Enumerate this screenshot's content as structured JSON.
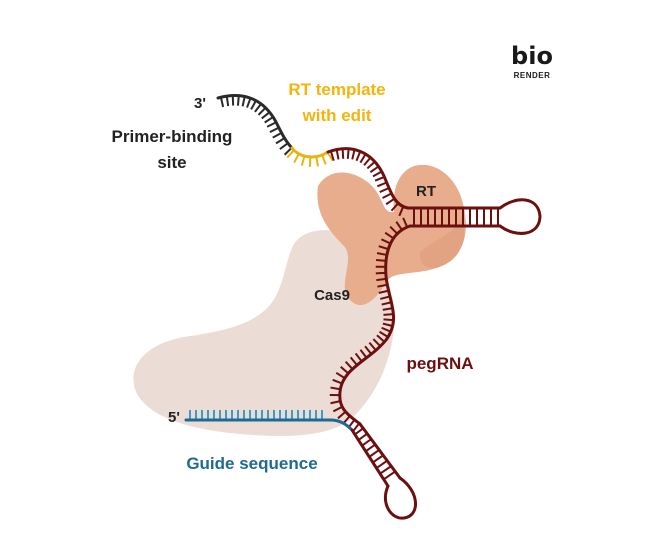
{
  "logo": {
    "main": "bio",
    "sub": "RENDER"
  },
  "labels": {
    "three_prime": "3'",
    "five_prime": "5'",
    "primer_binding_line1": "Primer-binding",
    "primer_binding_line2": "site",
    "rt_template_line1": "RT template",
    "rt_template_line2": "with edit",
    "rt": "RT",
    "cas9": "Cas9",
    "pegrna": "pegRNA",
    "guide_sequence": "Guide sequence"
  },
  "colors": {
    "pegrna": "#6b0f0f",
    "primer_binding": "#2a2a2a",
    "rt_template": "#e8b410",
    "guide": "#1f6a93",
    "guide_ticks": "#3a9ccc",
    "cas9": "#ecdcd6",
    "rt_enzyme": "#e8ad8c",
    "text_dark": "#222222",
    "text_yellow": "#f2b50c",
    "text_pegrna": "#6b0f0f",
    "text_guide": "#1f6a93"
  }
}
